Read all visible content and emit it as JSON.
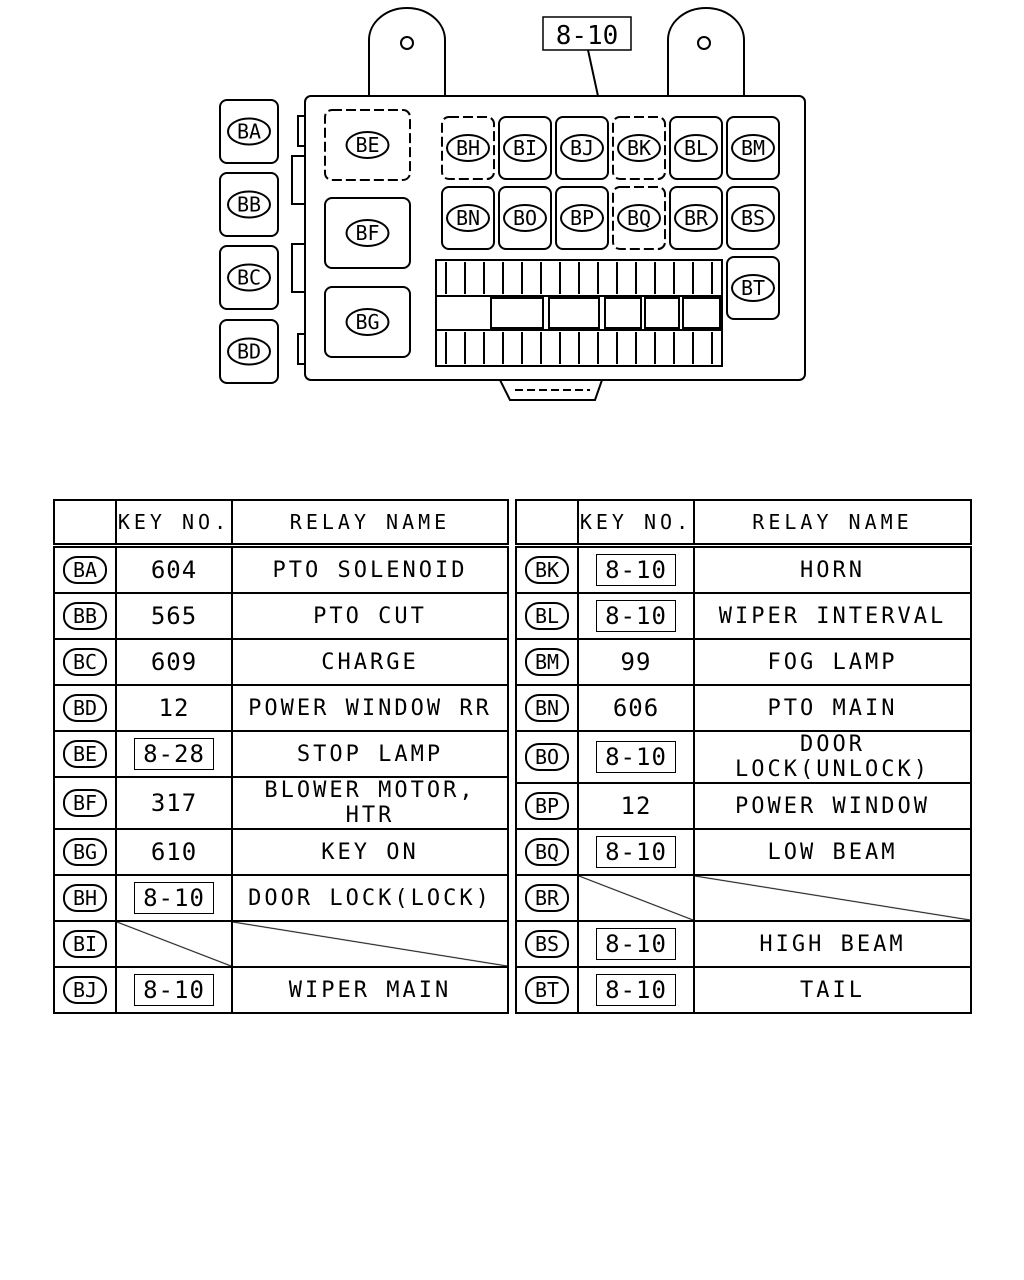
{
  "diagram": {
    "top_label": "8-10",
    "left_relays": [
      "BA",
      "BB",
      "BC",
      "BD"
    ],
    "big_relays": [
      "BE",
      "BF",
      "BG"
    ],
    "row1_relays": [
      "BH",
      "BI",
      "BJ",
      "BK",
      "BL",
      "BM"
    ],
    "row2_relays": [
      "BN",
      "BO",
      "BP",
      "BQ",
      "BR",
      "BS"
    ],
    "side_relay": "BT"
  },
  "table": {
    "key_header": "KEY NO.",
    "name_header": "RELAY NAME",
    "left": [
      {
        "code": "BA",
        "key": "604",
        "key_boxed": false,
        "name": "PTO SOLENOID"
      },
      {
        "code": "BB",
        "key": "565",
        "key_boxed": false,
        "name": "PTO CUT"
      },
      {
        "code": "BC",
        "key": "609",
        "key_boxed": false,
        "name": "CHARGE"
      },
      {
        "code": "BD",
        "key": "12",
        "key_boxed": false,
        "name": "POWER WINDOW RR"
      },
      {
        "code": "BE",
        "key": "8-28",
        "key_boxed": true,
        "name": "STOP LAMP"
      },
      {
        "code": "BF",
        "key": "317",
        "key_boxed": false,
        "name": "BLOWER MOTOR, HTR"
      },
      {
        "code": "BG",
        "key": "610",
        "key_boxed": false,
        "name": "KEY ON"
      },
      {
        "code": "BH",
        "key": "8-10",
        "key_boxed": true,
        "name": "DOOR LOCK(LOCK)"
      },
      {
        "code": "BI",
        "key": "",
        "key_boxed": false,
        "name": "",
        "empty": true
      },
      {
        "code": "BJ",
        "key": "8-10",
        "key_boxed": true,
        "name": "WIPER MAIN"
      }
    ],
    "right": [
      {
        "code": "BK",
        "key": "8-10",
        "key_boxed": true,
        "name": "HORN"
      },
      {
        "code": "BL",
        "key": "8-10",
        "key_boxed": true,
        "name": "WIPER INTERVAL"
      },
      {
        "code": "BM",
        "key": "99",
        "key_boxed": false,
        "name": "FOG LAMP"
      },
      {
        "code": "BN",
        "key": "606",
        "key_boxed": false,
        "name": "PTO MAIN"
      },
      {
        "code": "BO",
        "key": "8-10",
        "key_boxed": true,
        "name": "DOOR LOCK(UNLOCK)"
      },
      {
        "code": "BP",
        "key": "12",
        "key_boxed": false,
        "name": "POWER WINDOW"
      },
      {
        "code": "BQ",
        "key": "8-10",
        "key_boxed": true,
        "name": "LOW BEAM"
      },
      {
        "code": "BR",
        "key": "",
        "key_boxed": false,
        "name": "",
        "empty": true
      },
      {
        "code": "BS",
        "key": "8-10",
        "key_boxed": true,
        "name": "HIGH BEAM"
      },
      {
        "code": "BT",
        "key": "8-10",
        "key_boxed": true,
        "name": "TAIL"
      }
    ]
  }
}
